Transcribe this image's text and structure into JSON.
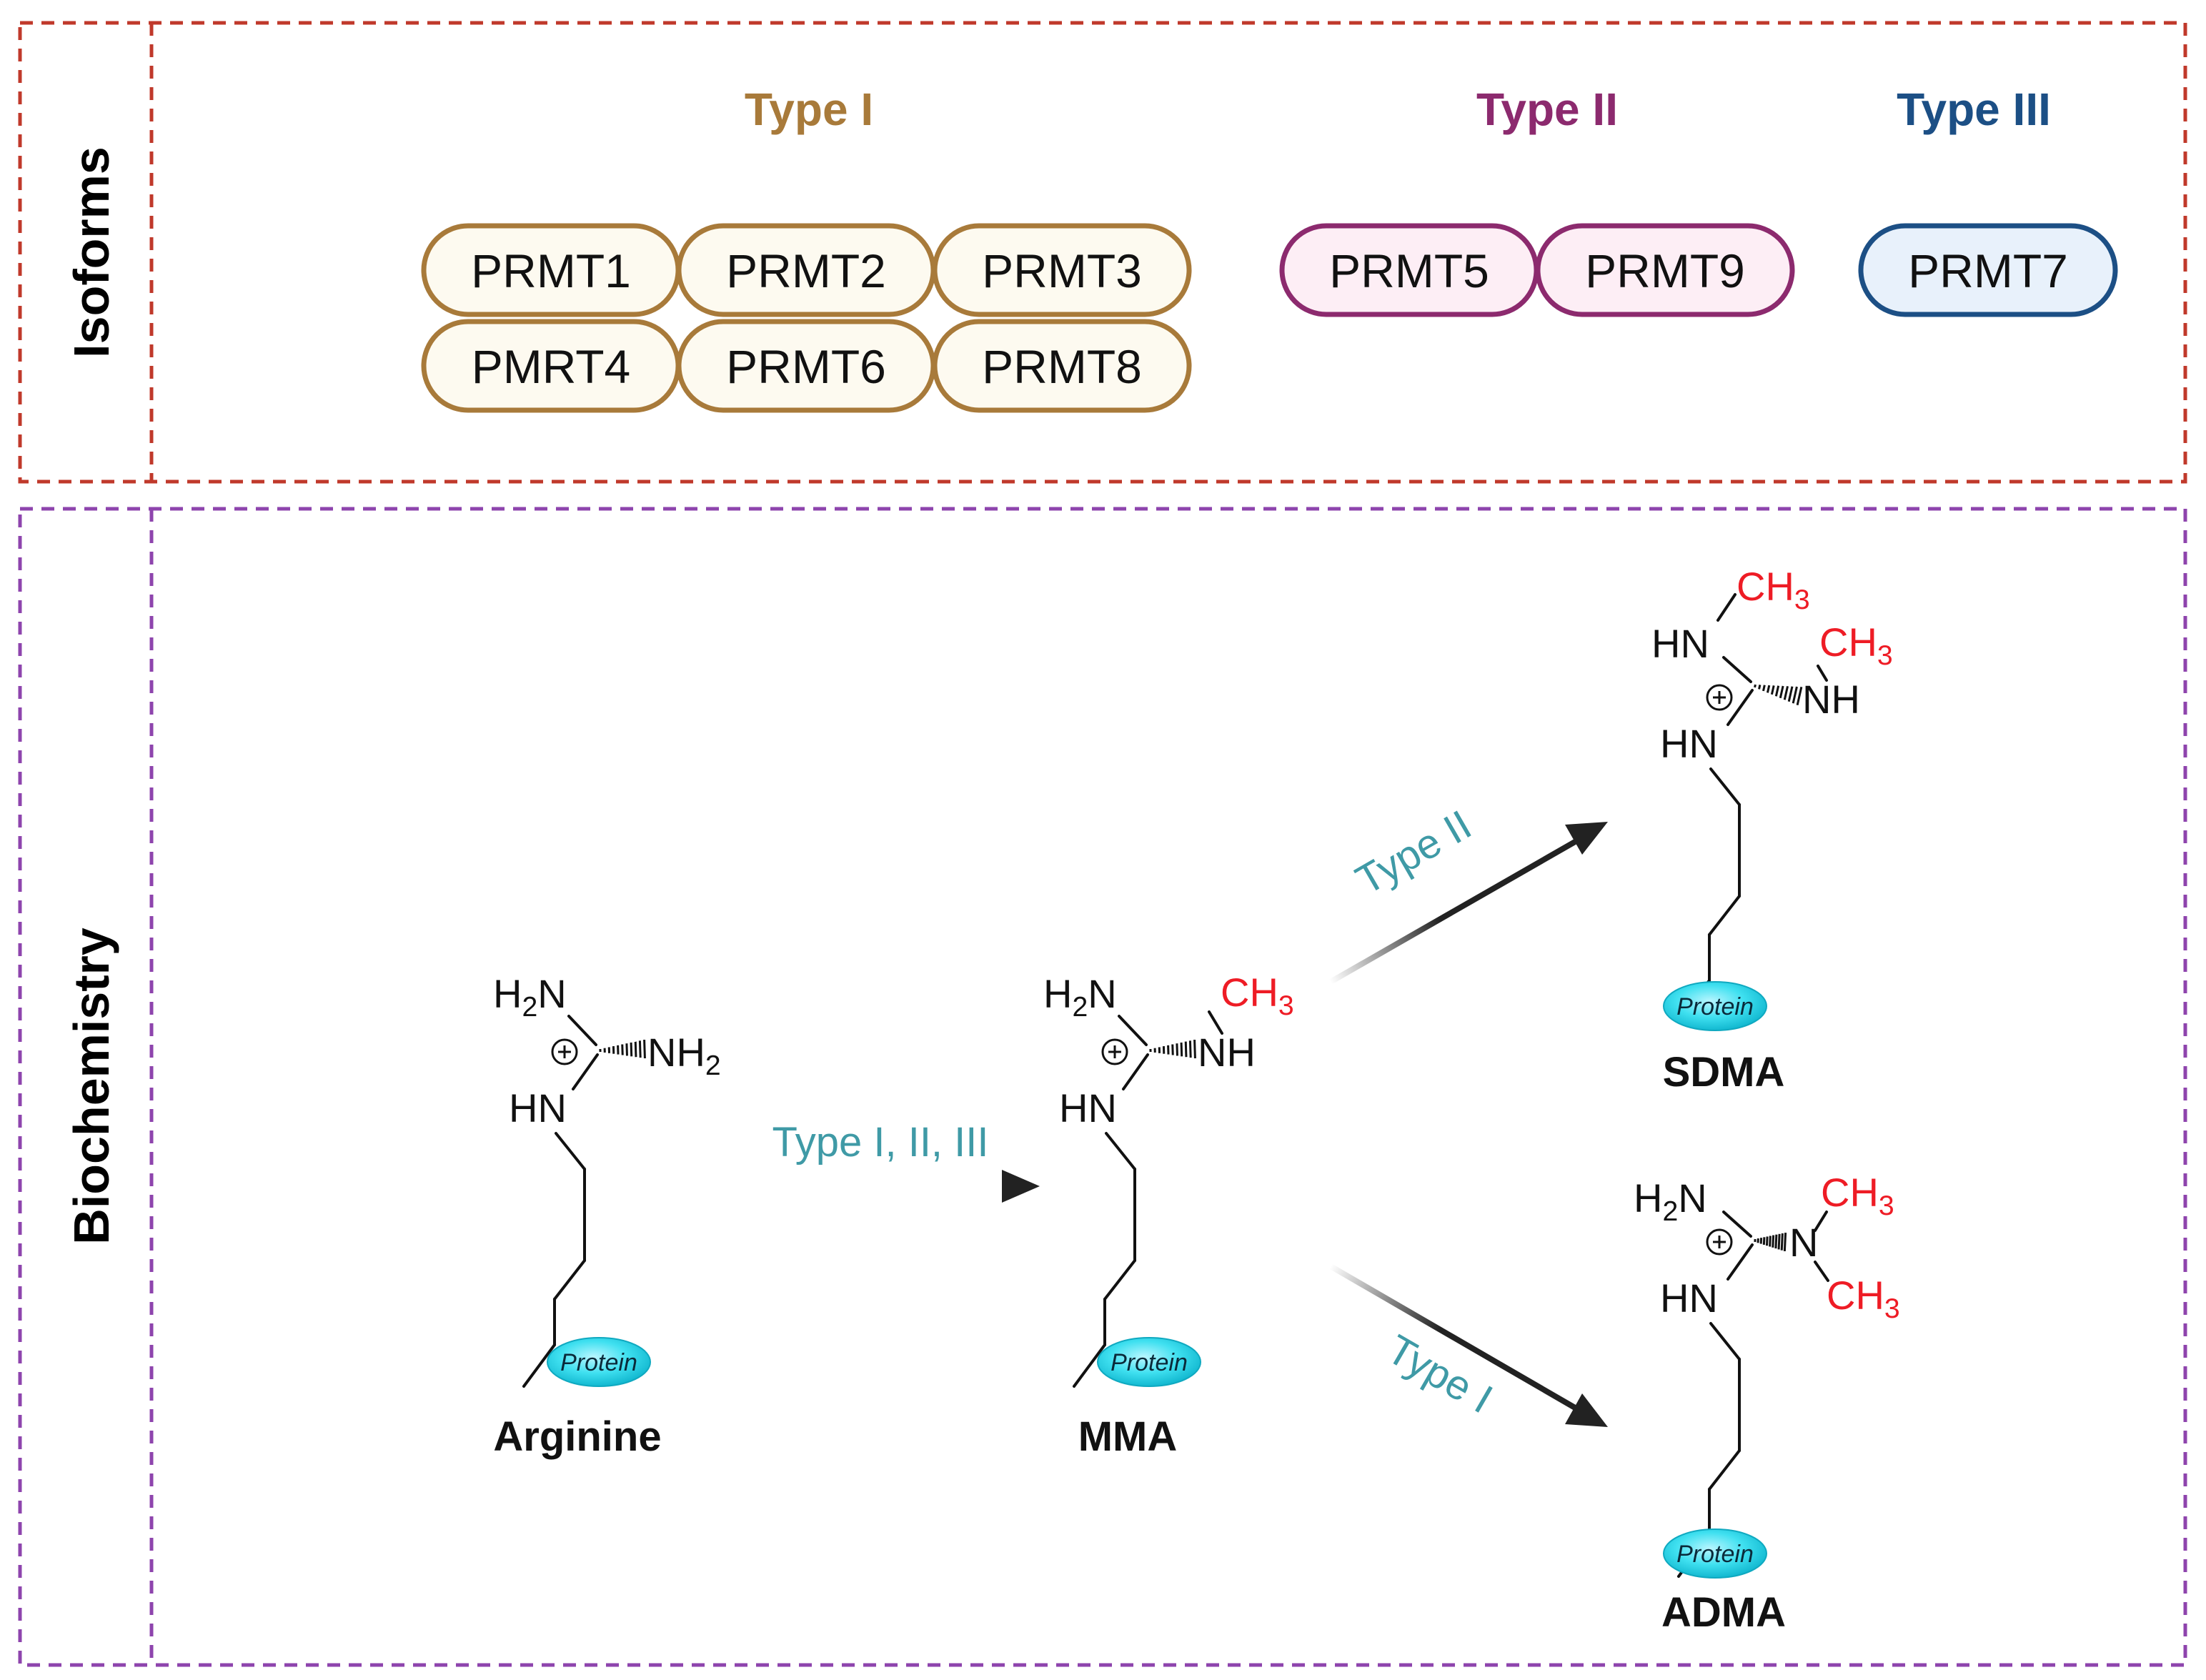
{
  "sections": {
    "isoforms": "Isoforms",
    "biochemistry": "Biochemistry"
  },
  "types": [
    {
      "title": "Type I",
      "color": "#a87a3a",
      "fill": "#fdfaf0",
      "members": [
        "PRMT1",
        "PRMT2",
        "PRMT3",
        "PMRT4",
        "PRMT6",
        "PRMT8"
      ]
    },
    {
      "title": "Type II",
      "color": "#8c2a6e",
      "fill": "#fdeef5",
      "members": [
        "PRMT5",
        "PRMT9"
      ]
    },
    {
      "title": "Type III",
      "color": "#1c4f85",
      "fill": "#e8f1fb",
      "members": [
        "PRMT7"
      ]
    }
  ],
  "molecules": {
    "arginine": "Arginine",
    "mma": "MMA",
    "sdma": "SDMA",
    "adma": "ADMA"
  },
  "arrows": {
    "arg_to_mma": "Type I, II, III",
    "mma_to_sdma": "Type II",
    "mma_to_adma": "Type I"
  },
  "atoms": {
    "nh": "NH",
    "hn": "HN",
    "n": "N",
    "ch": "CH",
    "h": "H",
    "sub2": "2",
    "sub3": "3",
    "plus": "+"
  },
  "protein_label": "Protein",
  "colors": {
    "isoforms_border": "#c0392b",
    "biochem_border": "#8e44ad",
    "methyl": "#ee1c25",
    "arrow_label": "#3f9aa6",
    "protein": "#22d3e6"
  }
}
